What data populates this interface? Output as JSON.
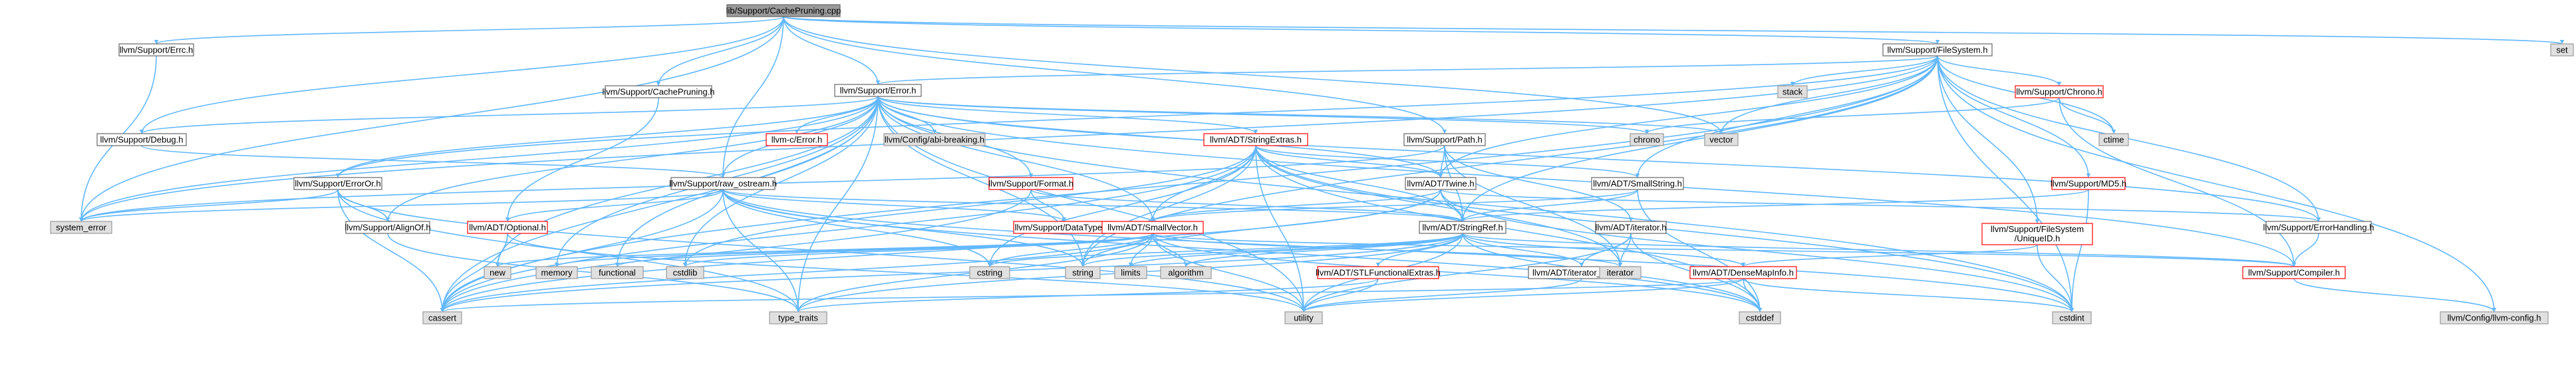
{
  "graph": {
    "nodes": [
      {
        "id": "cp_cpp",
        "label": "lib/Support/CachePruning.cpp",
        "kind": "root"
      },
      {
        "id": "fs",
        "label": "llvm/Support/FileSystem.h",
        "kind": "internal"
      },
      {
        "id": "set",
        "label": "set",
        "kind": "sys"
      },
      {
        "id": "errc",
        "label": "llvm/Support/Errc.h",
        "kind": "internal"
      },
      {
        "id": "cph",
        "label": "llvm/Support/CachePruning.h",
        "kind": "internal"
      },
      {
        "id": "error",
        "label": "llvm/Support/Error.h",
        "kind": "internal"
      },
      {
        "id": "stack",
        "label": "stack",
        "kind": "sys"
      },
      {
        "id": "chrono_h",
        "label": "llvm/Support/Chrono.h",
        "kind": "red"
      },
      {
        "id": "debug",
        "label": "llvm/Support/Debug.h",
        "kind": "internal"
      },
      {
        "id": "cerror",
        "label": "llvm-c/Error.h",
        "kind": "red"
      },
      {
        "id": "abi",
        "label": "llvm/Config/abi-breaking.h",
        "kind": "sys"
      },
      {
        "id": "strext",
        "label": "llvm/ADT/StringExtras.h",
        "kind": "red"
      },
      {
        "id": "path",
        "label": "llvm/Support/Path.h",
        "kind": "internal"
      },
      {
        "id": "chrono",
        "label": "chrono",
        "kind": "sys"
      },
      {
        "id": "vector",
        "label": "vector",
        "kind": "sys"
      },
      {
        "id": "ctime",
        "label": "ctime",
        "kind": "sys"
      },
      {
        "id": "erroror",
        "label": "llvm/Support/ErrorOr.h",
        "kind": "internal"
      },
      {
        "id": "rawos",
        "label": "llvm/Support/raw_ostream.h",
        "kind": "internal"
      },
      {
        "id": "format",
        "label": "llvm/Support/Format.h",
        "kind": "red"
      },
      {
        "id": "twine",
        "label": "llvm/ADT/Twine.h",
        "kind": "internal"
      },
      {
        "id": "smallstr",
        "label": "llvm/ADT/SmallString.h",
        "kind": "internal"
      },
      {
        "id": "md5",
        "label": "llvm/Support/MD5.h",
        "kind": "red"
      },
      {
        "id": "syserr",
        "label": "system_error",
        "kind": "sys"
      },
      {
        "id": "alignof",
        "label": "llvm/Support/AlignOf.h",
        "kind": "internal"
      },
      {
        "id": "optional",
        "label": "llvm/ADT/Optional.h",
        "kind": "red"
      },
      {
        "id": "datatypes",
        "label": "llvm/Support/DataTypes.h",
        "kind": "red"
      },
      {
        "id": "smallvec",
        "label": "llvm/ADT/SmallVector.h",
        "kind": "red"
      },
      {
        "id": "stringref",
        "label": "llvm/ADT/StringRef.h",
        "kind": "internal"
      },
      {
        "id": "iterh",
        "label": "llvm/ADT/iterator.h",
        "kind": "internal"
      },
      {
        "id": "uniqueid",
        "label": "llvm/Support/FileSystem/UniqueID.h",
        "kind": "red"
      },
      {
        "id": "errhandling",
        "label": "llvm/Support/ErrorHandling.h",
        "kind": "internal"
      },
      {
        "id": "new",
        "label": "new",
        "kind": "sys"
      },
      {
        "id": "memory",
        "label": "memory",
        "kind": "sys"
      },
      {
        "id": "functional",
        "label": "functional",
        "kind": "sys"
      },
      {
        "id": "cstdlib",
        "label": "cstdlib",
        "kind": "sys"
      },
      {
        "id": "cstring",
        "label": "cstring",
        "kind": "sys"
      },
      {
        "id": "string",
        "label": "string",
        "kind": "sys"
      },
      {
        "id": "limits",
        "label": "limits",
        "kind": "sys"
      },
      {
        "id": "algorithm",
        "label": "algorithm",
        "kind": "sys"
      },
      {
        "id": "stlfunc",
        "label": "llvm/ADT/STLFunctionalExtras.h",
        "kind": "red"
      },
      {
        "id": "itrange",
        "label": "llvm/ADT/iterator_range.h",
        "kind": "internal"
      },
      {
        "id": "densemap",
        "label": "llvm/ADT/DenseMapInfo.h",
        "kind": "red"
      },
      {
        "id": "iterator",
        "label": "iterator",
        "kind": "sys"
      },
      {
        "id": "compiler",
        "label": "llvm/Support/Compiler.h",
        "kind": "red"
      },
      {
        "id": "cassert",
        "label": "cassert",
        "kind": "sys"
      },
      {
        "id": "typetraits",
        "label": "type_traits",
        "kind": "sys"
      },
      {
        "id": "utility",
        "label": "utility",
        "kind": "sys"
      },
      {
        "id": "cstddef",
        "label": "cstddef",
        "kind": "sys"
      },
      {
        "id": "cstdint",
        "label": "cstdint",
        "kind": "sys"
      },
      {
        "id": "config",
        "label": "llvm/Config/llvm-config.h",
        "kind": "sys"
      }
    ],
    "edges": [
      [
        "cp_cpp",
        "fs"
      ],
      [
        "cp_cpp",
        "set"
      ],
      [
        "cp_cpp",
        "errc"
      ],
      [
        "cp_cpp",
        "cph"
      ],
      [
        "cp_cpp",
        "error"
      ],
      [
        "cp_cpp",
        "debug"
      ],
      [
        "cp_cpp",
        "path"
      ],
      [
        "cp_cpp",
        "rawos"
      ],
      [
        "cp_cpp",
        "syserr"
      ],
      [
        "cp_cpp",
        "vector"
      ],
      [
        "errc",
        "syserr"
      ],
      [
        "cph",
        "optional"
      ],
      [
        "fs",
        "stack"
      ],
      [
        "fs",
        "vector"
      ],
      [
        "fs",
        "chrono_h"
      ],
      [
        "fs",
        "ctime"
      ],
      [
        "fs",
        "md5"
      ],
      [
        "fs",
        "uniqueid"
      ],
      [
        "fs",
        "errhandling"
      ],
      [
        "fs",
        "syserr"
      ],
      [
        "fs",
        "cassert"
      ],
      [
        "fs",
        "cstdint"
      ],
      [
        "fs",
        "config"
      ],
      [
        "fs",
        "twine"
      ],
      [
        "fs",
        "stringref"
      ],
      [
        "fs",
        "smallstr"
      ],
      [
        "fs",
        "erroror"
      ],
      [
        "fs",
        "error"
      ],
      [
        "fs",
        "string"
      ],
      [
        "chrono_h",
        "chrono"
      ],
      [
        "chrono_h",
        "ctime"
      ],
      [
        "chrono_h",
        "compiler"
      ],
      [
        "md5",
        "stringref"
      ],
      [
        "md5",
        "cstdint"
      ],
      [
        "uniqueid",
        "cstdint"
      ],
      [
        "uniqueid",
        "densemap"
      ],
      [
        "errhandling",
        "compiler"
      ],
      [
        "error",
        "cerror"
      ],
      [
        "error",
        "abi"
      ],
      [
        "error",
        "strext"
      ],
      [
        "error",
        "twine"
      ],
      [
        "error",
        "alignof"
      ],
      [
        "error",
        "compiler"
      ],
      [
        "error",
        "debug"
      ],
      [
        "error",
        "errhandling"
      ],
      [
        "error",
        "erroror"
      ],
      [
        "error",
        "format"
      ],
      [
        "error",
        "rawos"
      ],
      [
        "error",
        "smallvec"
      ],
      [
        "error",
        "syserr"
      ],
      [
        "error",
        "cassert"
      ],
      [
        "error",
        "cstdint"
      ],
      [
        "error",
        "cstdlib"
      ],
      [
        "error",
        "functional"
      ],
      [
        "error",
        "memory"
      ],
      [
        "error",
        "new"
      ],
      [
        "error",
        "string"
      ],
      [
        "error",
        "typetraits"
      ],
      [
        "error",
        "utility"
      ],
      [
        "error",
        "vector"
      ],
      [
        "error",
        "chrono"
      ],
      [
        "strext",
        "stringref"
      ],
      [
        "strext",
        "twine"
      ],
      [
        "strext",
        "smallstr"
      ],
      [
        "strext",
        "iterator"
      ],
      [
        "strext",
        "smallvec"
      ],
      [
        "strext",
        "cassert"
      ],
      [
        "strext",
        "cstddef"
      ],
      [
        "strext",
        "cstdint"
      ],
      [
        "strext",
        "cstdlib"
      ],
      [
        "strext",
        "cstring"
      ],
      [
        "strext",
        "string"
      ],
      [
        "strext",
        "utility"
      ],
      [
        "path",
        "twine"
      ],
      [
        "path",
        "stringref"
      ],
      [
        "path",
        "iterh"
      ],
      [
        "path",
        "syserr"
      ],
      [
        "path",
        "iterator"
      ],
      [
        "twine",
        "smallvec"
      ],
      [
        "twine",
        "stringref"
      ],
      [
        "twine",
        "errhandling"
      ],
      [
        "twine",
        "cassert"
      ],
      [
        "twine",
        "cstdint"
      ],
      [
        "twine",
        "string"
      ],
      [
        "smallstr",
        "smallvec"
      ],
      [
        "smallstr",
        "stringref"
      ],
      [
        "smallstr",
        "cstddef"
      ],
      [
        "erroror",
        "alignof"
      ],
      [
        "erroror",
        "syserr"
      ],
      [
        "erroror",
        "cassert"
      ],
      [
        "erroror",
        "typetraits"
      ],
      [
        "erroror",
        "utility"
      ],
      [
        "rawos",
        "optional"
      ],
      [
        "rawos",
        "datatypes"
      ],
      [
        "rawos",
        "stringref"
      ],
      [
        "rawos",
        "cassert"
      ],
      [
        "rawos",
        "cstddef"
      ],
      [
        "rawos",
        "cstdint"
      ],
      [
        "rawos",
        "cstring"
      ],
      [
        "rawos",
        "string"
      ],
      [
        "rawos",
        "syserr"
      ],
      [
        "rawos",
        "typetraits"
      ],
      [
        "format",
        "datatypes"
      ],
      [
        "format",
        "stringref"
      ],
      [
        "format",
        "cassert"
      ],
      [
        "optional",
        "new"
      ],
      [
        "optional",
        "cassert"
      ],
      [
        "optional",
        "utility"
      ],
      [
        "smallvec",
        "compiler"
      ],
      [
        "smallvec",
        "typetraits"
      ],
      [
        "smallvec",
        "algorithm"
      ],
      [
        "smallvec",
        "cassert"
      ],
      [
        "smallvec",
        "cstddef"
      ],
      [
        "smallvec",
        "cstdlib"
      ],
      [
        "smallvec",
        "cstring"
      ],
      [
        "smallvec",
        "functional"
      ],
      [
        "smallvec",
        "iterator"
      ],
      [
        "smallvec",
        "limits"
      ],
      [
        "smallvec",
        "memory"
      ],
      [
        "smallvec",
        "new"
      ],
      [
        "smallvec",
        "utility"
      ],
      [
        "stringref",
        "stlfunc"
      ],
      [
        "stringref",
        "itrange"
      ],
      [
        "stringref",
        "compiler"
      ],
      [
        "stringref",
        "algorithm"
      ],
      [
        "stringref",
        "cassert"
      ],
      [
        "stringref",
        "cstddef"
      ],
      [
        "stringref",
        "cstring"
      ],
      [
        "stringref",
        "limits"
      ],
      [
        "stringref",
        "string"
      ],
      [
        "stringref",
        "typetraits"
      ],
      [
        "stringref",
        "utility"
      ],
      [
        "stringref",
        "densemap"
      ],
      [
        "iterh",
        "itrange"
      ],
      [
        "iterh",
        "cstddef"
      ],
      [
        "iterh",
        "iterator"
      ],
      [
        "iterh",
        "utility"
      ],
      [
        "stlfunc",
        "typetraits"
      ],
      [
        "stlfunc",
        "utility"
      ],
      [
        "itrange",
        "utility"
      ],
      [
        "densemap",
        "cassert"
      ],
      [
        "densemap",
        "cstddef"
      ],
      [
        "densemap",
        "cstdint"
      ],
      [
        "densemap",
        "utility"
      ],
      [
        "compiler",
        "config"
      ],
      [
        "alignof",
        "typetraits"
      ],
      [
        "debug",
        "rawos"
      ]
    ]
  }
}
